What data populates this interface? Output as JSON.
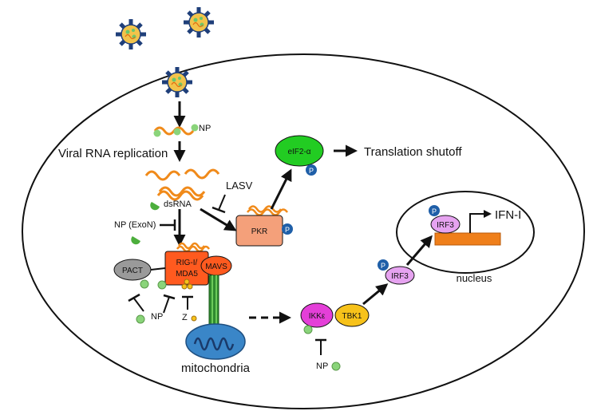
{
  "labels": {
    "np_top": "NP",
    "viral_rna_replication": "Viral RNA replication",
    "dsrna": "dsRNA",
    "lasv": "LASV",
    "np_exon": "NP (ExoN)",
    "eif2a": "eIF2-α",
    "translation_shutoff": "Translation shutoff",
    "pkr": "PKR",
    "phospho": "P",
    "pact": "PACT",
    "rig_mda5_line1": "RIG-I/",
    "rig_mda5_line2": "MDA5",
    "mavs": "MAVS",
    "np_bottom": "NP",
    "z": "Z",
    "mitochondria": "mitochondria",
    "ikke": "IKKε",
    "tbk1": "TBK1",
    "irf3": "IRF3",
    "irf3_nucleus": "IRF3",
    "ifn": "IFN-I",
    "nucleus": "nucleus",
    "np_ikk": "NP"
  },
  "colors": {
    "eif2a": "#22cc22",
    "pkr": "#f4a07a",
    "rig": "#ff5a1f",
    "mavs": "#ff5a1f",
    "pact": "#9a9a9a",
    "ikke": "#e43fd8",
    "tbk1": "#f7c21a",
    "irf3": "#e6a3f0",
    "phospho": "#1f5fa8",
    "np": "#8ad47a",
    "rna": "#f08a1a",
    "mito": "#3a86c8",
    "gene_bar": "#ef7f1a",
    "virus_spike": "#1f3f7a",
    "virus_core": "#f2c34a"
  }
}
